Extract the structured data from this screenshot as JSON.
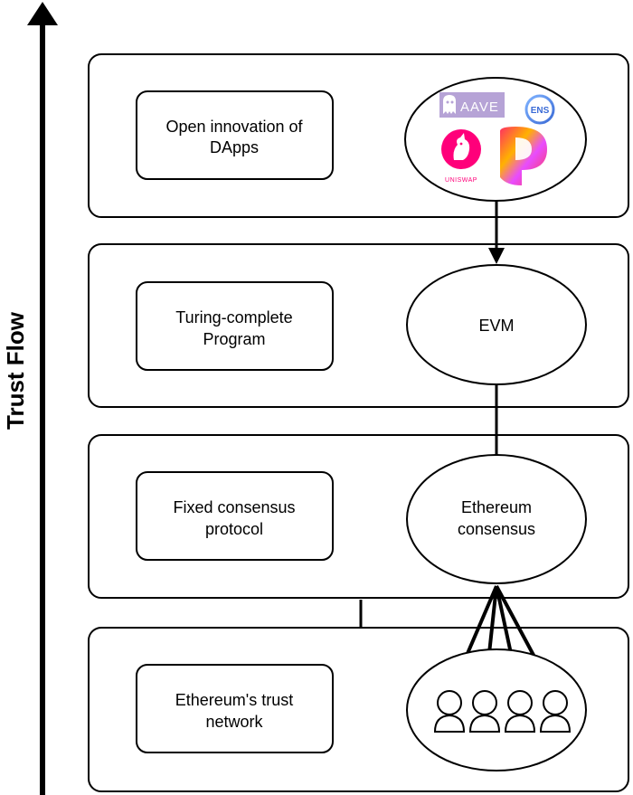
{
  "axis": {
    "label": "Trust Flow"
  },
  "layers": [
    {
      "label_line1": "Open innovation of",
      "label_line2": "DApps"
    },
    {
      "label_line1": "Turing-complete",
      "label_line2": "Program",
      "node": "EVM"
    },
    {
      "label_line1": "Fixed consensus",
      "label_line2": "protocol",
      "node_line1": "Ethereum",
      "node_line2": "consensus"
    },
    {
      "label_line1": "Ethereum's trust",
      "label_line2": "network"
    }
  ],
  "logos": {
    "aave": "AAVE",
    "ens": "ENS",
    "uniswap": "UNISWAP"
  },
  "colors": {
    "stroke": "#000000",
    "aave_bg": "#b6a3d6",
    "uniswap": "#ff007a"
  },
  "icons": [
    "up-arrow-icon",
    "down-arrow-icon",
    "ghost-icon",
    "unicorn-icon",
    "person-icon"
  ]
}
